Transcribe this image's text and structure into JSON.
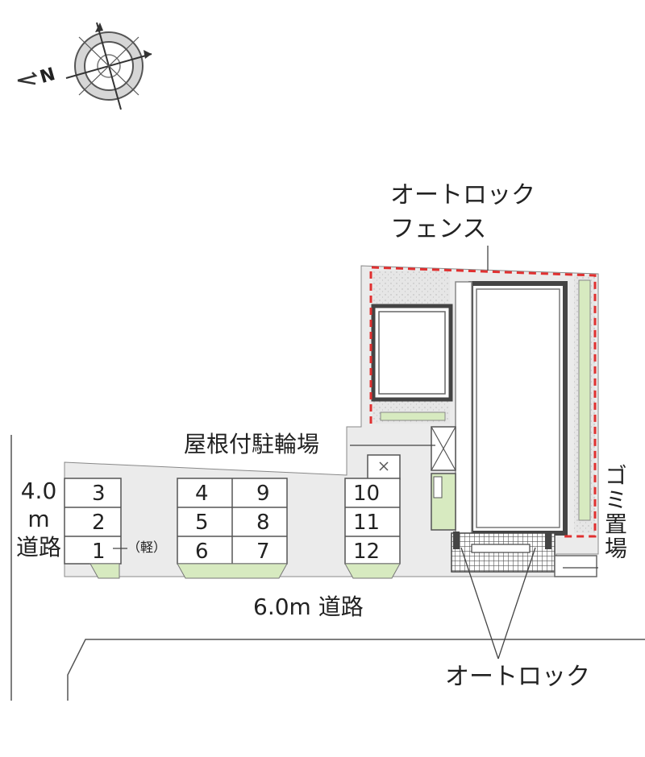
{
  "compass": {
    "north_label": "N"
  },
  "labels": {
    "autolock_fence": [
      "オートロック",
      "フェンス"
    ],
    "covered_bicycle_parking": "屋根付駐輪場",
    "garbage_area": "ゴミ置場",
    "autolock": "オートロック",
    "road_main": "6.0m 道路",
    "road_side": "4.0m 道路",
    "kei_car_note": "（軽）"
  },
  "parking_spaces": [
    "1",
    "2",
    "3",
    "4",
    "5",
    "6",
    "7",
    "8",
    "9",
    "10",
    "11",
    "12"
  ],
  "colors": {
    "fence": "#e03030",
    "ground": "#ebebeb",
    "gravel": "#e4e4e4",
    "planting": "#d7eac0",
    "building_outline": "#444444"
  }
}
